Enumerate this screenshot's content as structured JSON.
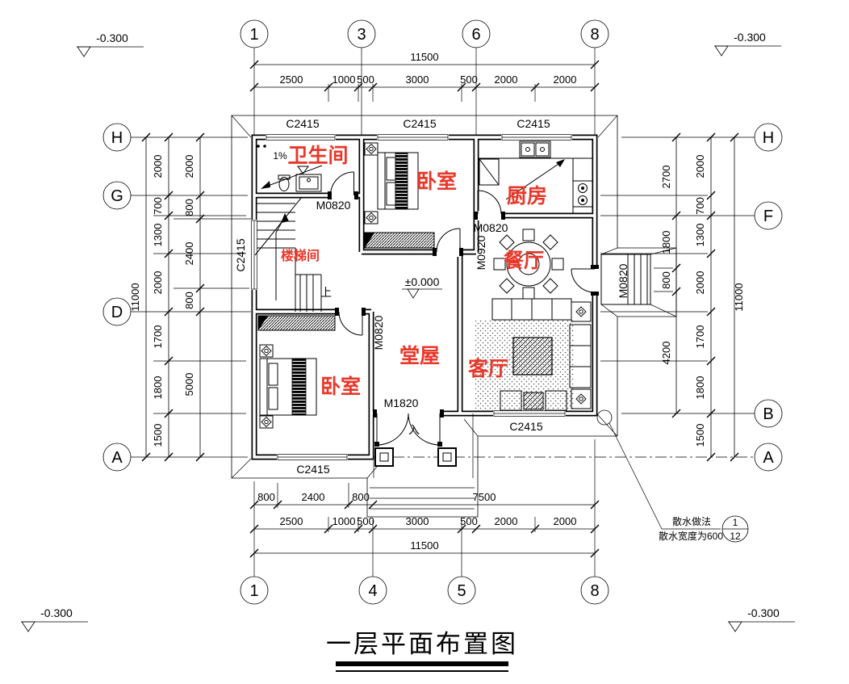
{
  "title": "一层平面布置图",
  "colors": {
    "label_red": "#e8382a",
    "line": "#000000",
    "background": "#ffffff"
  },
  "elevation_markers": {
    "top_left": "-0.300",
    "top_right": "-0.300",
    "bottom_left": "-0.300",
    "bottom_right": "-0.300"
  },
  "axes": {
    "top": [
      "1",
      "3",
      "6",
      "8"
    ],
    "bottom": [
      "1",
      "4",
      "5",
      "8"
    ],
    "left": [
      "H",
      "G",
      "D",
      "A"
    ],
    "right": [
      "H",
      "F",
      "B",
      "A"
    ]
  },
  "dims": {
    "top": {
      "total": "11500",
      "segments": [
        "2500",
        "1000",
        "500",
        "3000",
        "500",
        "2000",
        "2000"
      ]
    },
    "bottom": {
      "row1": [
        "800",
        "2400",
        "800",
        "7500"
      ],
      "row2": [
        "2500",
        "1000",
        "500",
        "3000",
        "500",
        "2000",
        "2000"
      ],
      "total": "11500"
    },
    "left": {
      "outer": [
        "2000",
        "700",
        "1300",
        "2000",
        "1700",
        "1800",
        "1500"
      ],
      "inner": [
        "2000",
        "800",
        "2400",
        "800",
        "5000"
      ],
      "total": "11000"
    },
    "right": {
      "inner": [
        "2700",
        "1800",
        "800",
        "4200"
      ],
      "middle": [
        "2000",
        "700",
        "1300",
        "2000",
        "1700",
        "1800",
        "1500"
      ],
      "total": "11000"
    }
  },
  "rooms": {
    "bathroom": "卫生间",
    "bedroom_top": "卧室",
    "kitchen": "厨房",
    "dining": "餐厅",
    "stairwell": "楼梯间",
    "hall": "堂屋",
    "living": "客厅",
    "bedroom_bottom": "卧室"
  },
  "windows": {
    "top_1": "C2415",
    "top_2": "C2415",
    "top_3": "C2415",
    "left": "C2415",
    "bottom_bedroom": "C2415",
    "living": "C2415"
  },
  "doors": {
    "bathroom": "M0820",
    "kitchen": "M0820",
    "bedroom_top": "M0920",
    "bedroom_bottom": "M0820",
    "bay": "M0820",
    "entrance": "M1820"
  },
  "annotations": {
    "slope": "1%",
    "stairs_up": "上",
    "entrance_in": "入",
    "level": "±0.000"
  },
  "note": {
    "line1": "散水做法",
    "line2": "散水宽度为600",
    "detail_number": "1",
    "detail_sheet": "12"
  }
}
